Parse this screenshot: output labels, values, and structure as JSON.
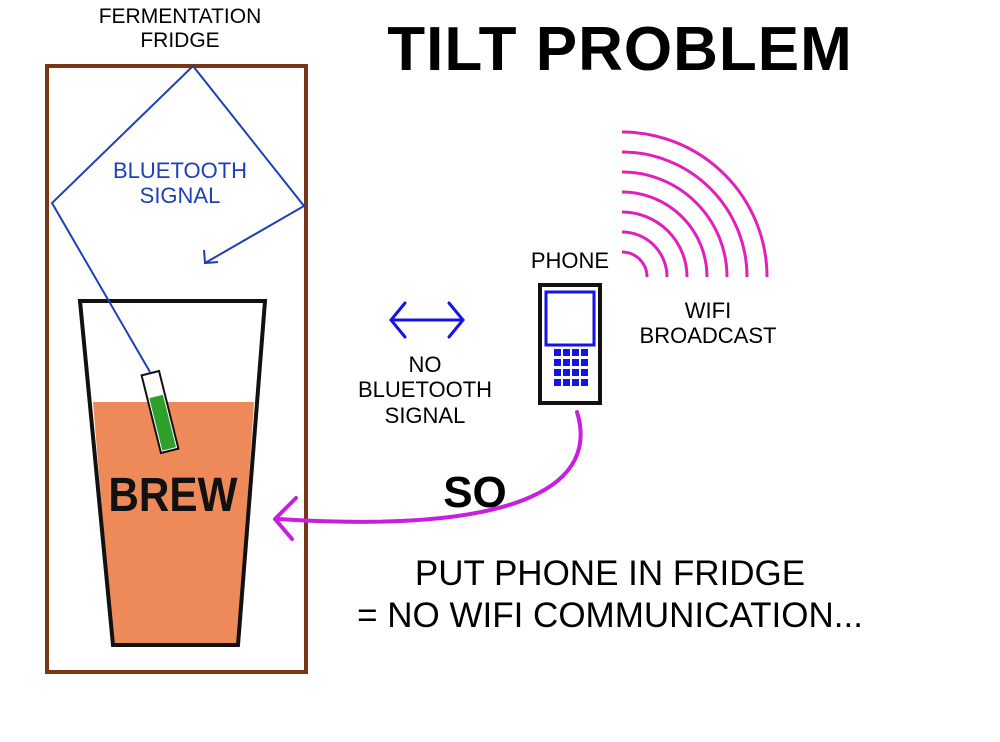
{
  "title": "TILT PROBLEM",
  "labels": {
    "fridge_line1": "FERMENTATION",
    "fridge_line2": "FRIDGE",
    "bluetooth_line1": "BLUETOOTH",
    "bluetooth_line2": "SIGNAL",
    "brew": "BREW",
    "phone": "PHONE",
    "wifi_line1": "WIFI",
    "wifi_line2": "BROADCAST",
    "no_bt_line1": "NO",
    "no_bt_line2": "BLUETOOTH",
    "no_bt_line3": "SIGNAL",
    "so": "SO",
    "conclusion_line1": "PUT PHONE IN FRIDGE",
    "conclusion_line2": "= NO WIFI COMMUNICATION..."
  },
  "colors": {
    "fridge_border": "#7a3514",
    "bluetooth": "#1f3fb5",
    "beer": "#ee8a5a",
    "tilt_liquid": "#2fa12b",
    "wifi": "#e020b8",
    "arrow_magenta": "#c81ee0",
    "keypad": "#1414e6"
  }
}
